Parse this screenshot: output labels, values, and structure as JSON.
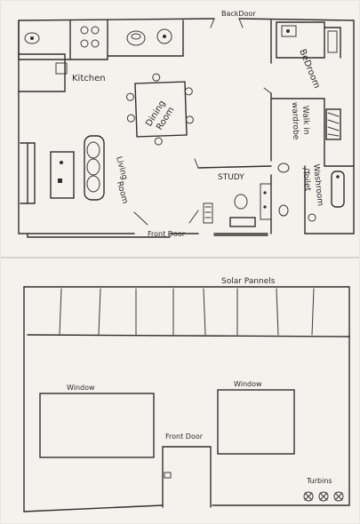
{
  "floor_plan": {
    "labels": {
      "back_door": "BackDoor",
      "kitchen": "Kitchen",
      "dining_room_1": "Dining",
      "dining_room_2": "Room",
      "living_room_1": "Living",
      "living_room_2": "Room",
      "bedroom": "BeDroom",
      "walk_in_1": "Walk in",
      "walk_in_2": "wardrobe",
      "study": "STUDY",
      "washroom_1": "Washroom",
      "washroom_2": "/Toilet",
      "front_door": "Front Door"
    }
  },
  "elevation": {
    "labels": {
      "solar_panels": "Solar Pannels",
      "window_left": "Window",
      "window_right": "Window",
      "front_door": "Front Door",
      "turbines": "Turbins"
    }
  },
  "colors": {
    "paper": "#f4f2ec",
    "ink": "#2f2f2f"
  }
}
